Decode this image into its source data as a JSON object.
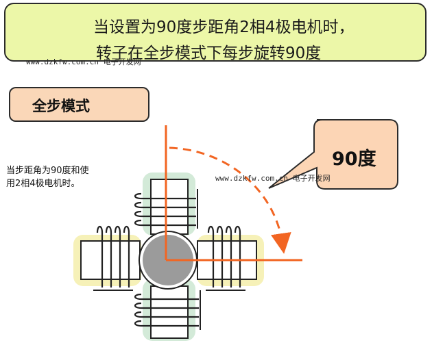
{
  "banner": {
    "line1": "当设置为90度步距角2相4极电机时，",
    "line2": "转子在全步模式下每步旋转90度"
  },
  "watermark": {
    "top": "www.dzkfw.com.cn 电子开发网",
    "mid": "www.dzkfw.com.cn 电子开发网"
  },
  "mode_label": "全步模式",
  "note": {
    "line1": "当步距角为90度和使",
    "line2": "用2相4极电机时。"
  },
  "callout": "90度",
  "colors": {
    "banner_fill": "#ecf7a8",
    "mode_fill": "#fad7b8",
    "callout_fill": "#fcd5b5",
    "axis_orange": "#f26522",
    "coil_vertical_bg": "#d3ead8",
    "coil_horizontal_bg": "#f6f1b8",
    "rotor": "#9b9b9b"
  }
}
